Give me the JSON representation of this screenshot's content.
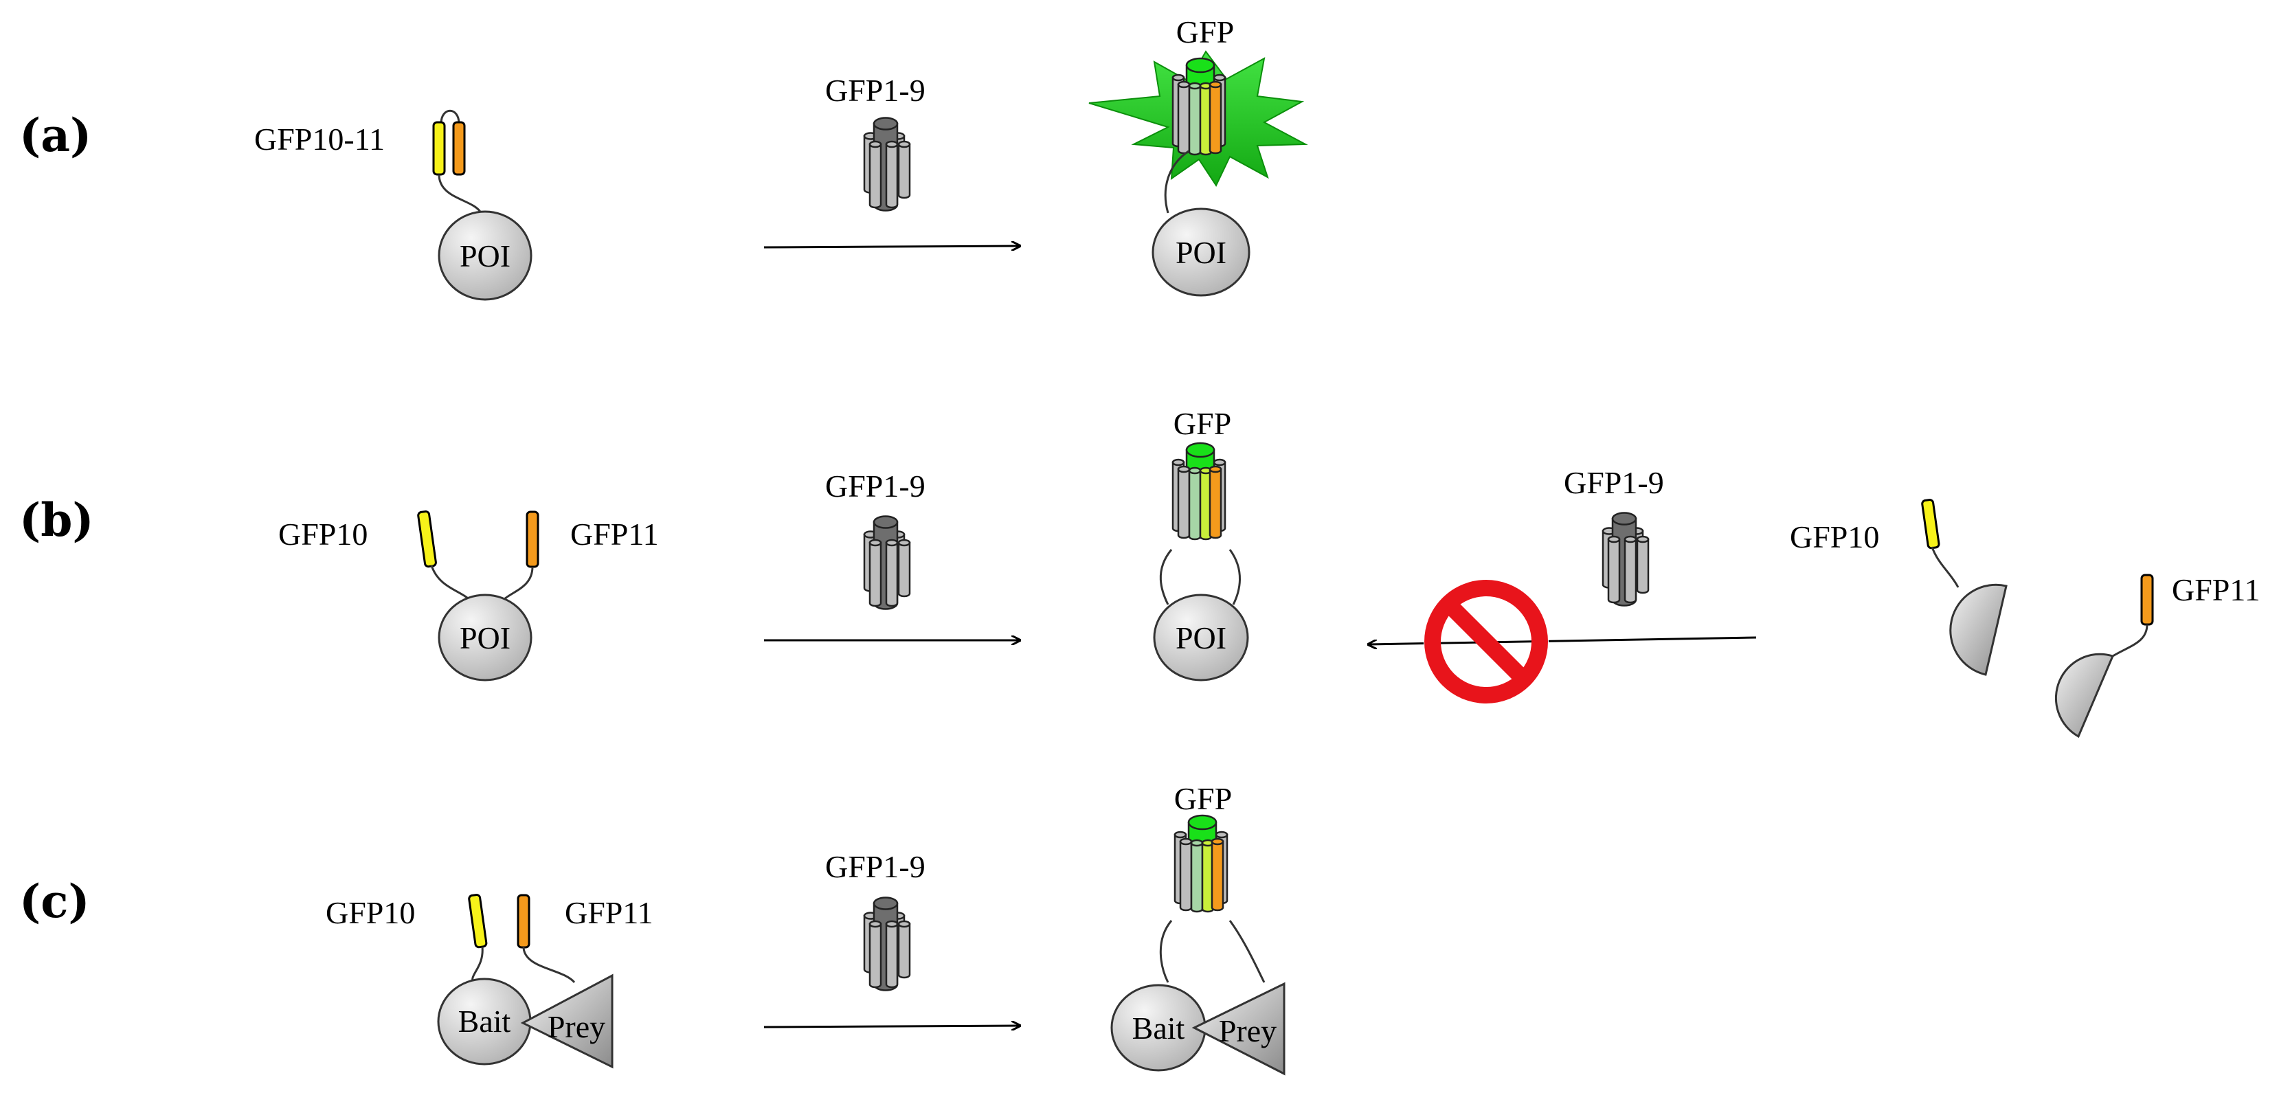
{
  "colors": {
    "strand_yellow": "#f7f21a",
    "strand_orange": "#f49a1c",
    "barrel_gray_light": "#bdbdbd",
    "barrel_gray_dark": "#6e6e6e",
    "gfp_green": "#19e019",
    "glow_green": "#1fcc1f",
    "protein_fill": "#cfcfcf",
    "prohibit_red": "#e8141b"
  },
  "panels": {
    "a": {
      "letter": "(a)",
      "strand_label": "GFP10-11",
      "protein_label": "POI",
      "reagent_label": "GFP1-9",
      "product_label": "GFP",
      "product_protein_label": "POI"
    },
    "b": {
      "letter": "(b)",
      "strand10_label": "GFP10",
      "strand11_label": "GFP11",
      "protein_label": "POI",
      "reagent_label": "GFP1-9",
      "product_label": "GFP",
      "product_protein_label": "POI",
      "reverse_reagent_label": "GFP1-9",
      "split_strand10_label": "GFP10",
      "split_strand11_label": "GFP11"
    },
    "c": {
      "letter": "(c)",
      "strand10_label": "GFP10",
      "strand11_label": "GFP11",
      "bait_label": "Bait",
      "prey_label": "Prey",
      "reagent_label": "GFP1-9",
      "product_label": "GFP",
      "product_bait_label": "Bait",
      "product_prey_label": "Prey"
    }
  },
  "icons": {
    "arrow": "right-arrow-icon",
    "reverse_arrow": "left-arrow-icon",
    "prohibited": "no-entry-icon",
    "barrel": "gfp-barrel-icon"
  }
}
